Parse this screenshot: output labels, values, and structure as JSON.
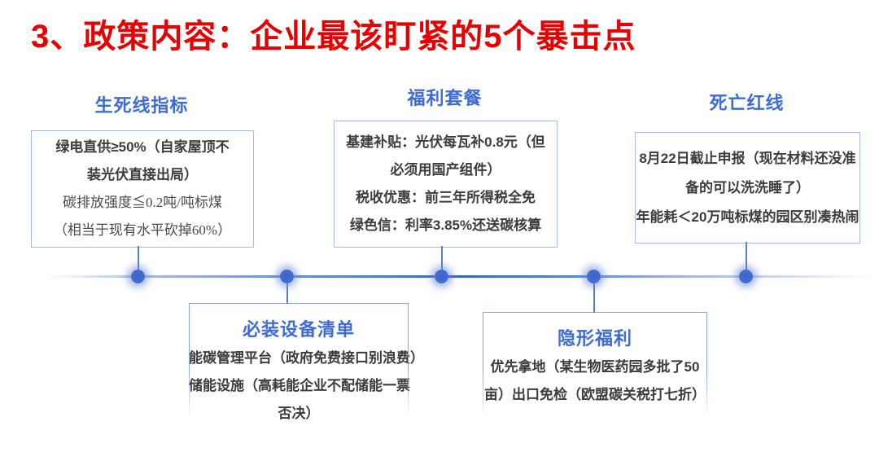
{
  "title": "3、政策内容：企业最该盯紧的5个暴击点",
  "colors": {
    "accent_red": "#e60000",
    "accent_blue": "#3f6bd5",
    "timeline_blue": "#4472c4",
    "connector_blue": "#5b7fd0",
    "border_blue": "#a9bcdf",
    "border_blue_strong": "#8aa4d8",
    "body_text": "#3c3c3c"
  },
  "timeline": {
    "dot_count": 5
  },
  "top_sections": [
    {
      "header": "生死线指标",
      "lines": [
        "绿电直供≥50%（自家屋顶不",
        "装光伏直接出局）",
        "碳排放强度≦0.2吨/吨标煤",
        "（相当于现有水平砍掉60%）"
      ]
    },
    {
      "header": "福利套餐",
      "lines": [
        "基建补贴：光伏每瓦补0.8元（但",
        "必须用国产组件）",
        "税收优惠：前三年所得税全免",
        "绿色信：利率3.85%还送碳核算"
      ]
    },
    {
      "header": "死亡红线",
      "lines": [
        "8月22日截止申报（现在材料还没准",
        "备的可以洗洗睡了）",
        "年能耗＜20万吨标煤的园区别凑热闹"
      ]
    }
  ],
  "bottom_sections": [
    {
      "header": "必装设备清单",
      "lines": [
        "能碳管理平台（政府免费接口别浪费）",
        "储能设施（高耗能企业不配储能一票",
        "否决）"
      ]
    },
    {
      "header": "隐形福利",
      "lines": [
        "优先拿地（某生物医药园多批了50",
        "亩）出口免检（欧盟碳关税打七折）"
      ]
    }
  ]
}
